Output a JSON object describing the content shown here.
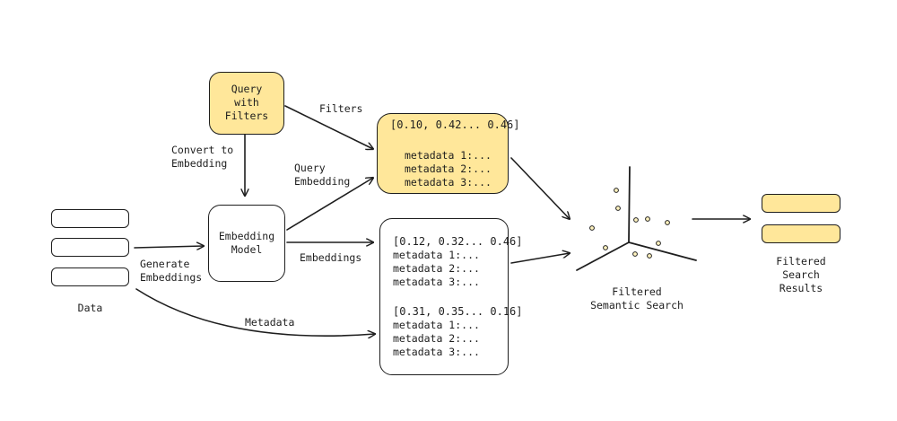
{
  "nodes": {
    "query": [
      "Query",
      "with",
      "Filters"
    ],
    "embedding_model": [
      "Embedding",
      "Model"
    ],
    "query_vector": {
      "vector": "[0.10, 0.42... 0.46]",
      "meta": [
        "metadata 1:...",
        "metadata 2:...",
        "metadata 3:..."
      ]
    },
    "doc_vectors": [
      {
        "vector": "[0.12, 0.32... 0.46]",
        "meta": [
          "metadata 1:...",
          "metadata 2:...",
          "metadata 3:..."
        ]
      },
      {
        "vector": "[0.31, 0.35... 0.16]",
        "meta": [
          "metadata 1:...",
          "metadata 2:...",
          "metadata 3:..."
        ]
      }
    ],
    "data": "Data",
    "search": [
      "Filtered",
      "Semantic Search"
    ],
    "results": [
      "Filtered",
      "Search",
      "Results"
    ]
  },
  "edge_labels": {
    "convert": [
      "Convert to",
      "Embedding"
    ],
    "filters": "Filters",
    "query_embedding": [
      "Query",
      "Embedding"
    ],
    "embeddings": "Embeddings",
    "generate": [
      "Generate",
      "Embeddings"
    ],
    "metadata": "Metadata"
  },
  "colors": {
    "accent": "#ffe79a",
    "stroke": "#1e1e1e",
    "dot": "#fff3bf"
  }
}
